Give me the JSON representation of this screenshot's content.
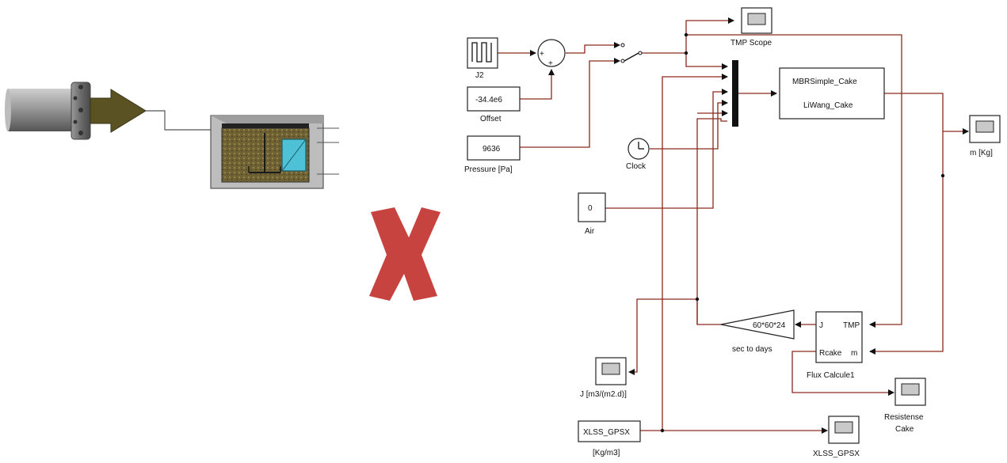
{
  "colors": {
    "wire": "#8b2a1e",
    "cross": "#c7433f",
    "scope_screen": "#c9c9c9",
    "pipe": "#8a8a8a",
    "arrow": "#5b5224",
    "sludge": "#7a6a3c",
    "membrane": "#4fc1d6"
  },
  "icons": [
    "pipe-inlet-icon",
    "flow-arrow-icon",
    "membrane-tank-icon",
    "cross-mark-icon",
    "clock-icon",
    "scope-icon",
    "pulse-icon"
  ],
  "blocks": {
    "pulse": {
      "label": "J2"
    },
    "offset": {
      "value": "-34.4e6",
      "label": "Offset"
    },
    "pressure": {
      "value": "9636",
      "label": "Pressure [Pa]"
    },
    "clock": {
      "label": "Clock"
    },
    "air": {
      "value": "0",
      "label": "Air"
    },
    "tmp_scope": {
      "label": "TMP Scope"
    },
    "model": {
      "line1": "MBRSimple_Cake",
      "line2": "LiWang_Cake"
    },
    "m_scope": {
      "label": "m [Kg]"
    },
    "gain": {
      "value": "60*60*24",
      "label": "sec to days"
    },
    "flux": {
      "port_j": "J",
      "port_tmp": "TMP",
      "port_rcake": "Rcake",
      "port_m": "m",
      "label": "Flux Calcule1"
    },
    "j_scope": {
      "label": "J [m3/(m2.d)]"
    },
    "resist_scope": {
      "label1": "Resistense",
      "label2": "Cake"
    },
    "xlss_const": {
      "value": "XLSS_GPSX",
      "label": "[Kg/m3]"
    },
    "xlss_scope": {
      "label": "XLSS_GPSX"
    }
  },
  "sum_signs": {
    "plus1": "+",
    "plus2": "+"
  }
}
